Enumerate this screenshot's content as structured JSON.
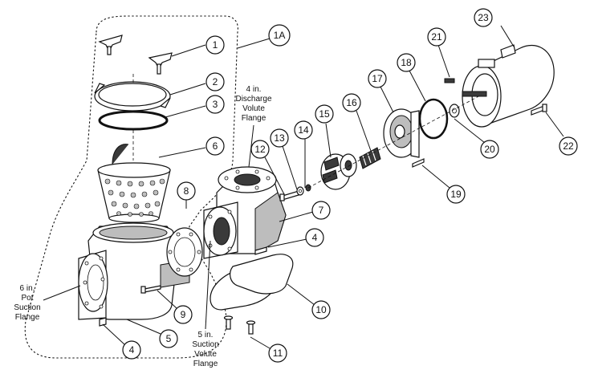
{
  "callouts": [
    {
      "id": "c1",
      "label": "1"
    },
    {
      "id": "c1a",
      "label": "1A"
    },
    {
      "id": "c2",
      "label": "2"
    },
    {
      "id": "c3",
      "label": "3"
    },
    {
      "id": "c6",
      "label": "6"
    },
    {
      "id": "c8",
      "label": "8"
    },
    {
      "id": "c9",
      "label": "9"
    },
    {
      "id": "c5",
      "label": "5"
    },
    {
      "id": "c4a",
      "label": "4"
    },
    {
      "id": "c4b",
      "label": "4"
    },
    {
      "id": "c7",
      "label": "7"
    },
    {
      "id": "c10",
      "label": "10"
    },
    {
      "id": "c11",
      "label": "11"
    },
    {
      "id": "c12",
      "label": "12"
    },
    {
      "id": "c13",
      "label": "13"
    },
    {
      "id": "c14",
      "label": "14"
    },
    {
      "id": "c15",
      "label": "15"
    },
    {
      "id": "c16",
      "label": "16"
    },
    {
      "id": "c17",
      "label": "17"
    },
    {
      "id": "c18",
      "label": "18"
    },
    {
      "id": "c19",
      "label": "19"
    },
    {
      "id": "c20",
      "label": "20"
    },
    {
      "id": "c21",
      "label": "21"
    },
    {
      "id": "c22",
      "label": "22"
    },
    {
      "id": "c23",
      "label": "23"
    }
  ],
  "flange_labels": {
    "discharge": [
      "4 in.",
      "Discharge",
      "Volute",
      "Flange"
    ],
    "pot_suction": [
      "6 in.",
      "Pot",
      "Suction",
      "Flange"
    ],
    "volute_suction": [
      "5 in.",
      "Suction",
      "Volute",
      "Flange"
    ]
  }
}
